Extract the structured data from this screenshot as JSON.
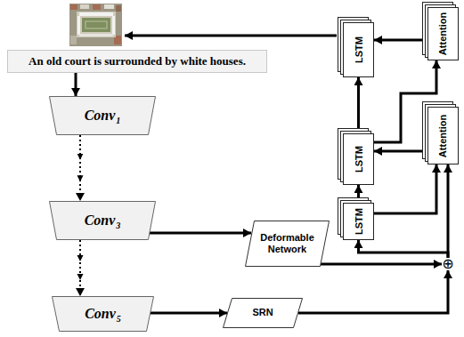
{
  "diagram": {
    "nodes": [
      {
        "text": [
          "An old court is surrounded by white houses."
        ]
      },
      {
        "text": [
          "Conv",
          "1"
        ]
      },
      {
        "text": [
          "Conv",
          "3"
        ]
      },
      {
        "text": [
          "Conv",
          "5"
        ]
      },
      {
        "text": [
          "Deformable Network"
        ]
      },
      {
        "text": [
          "SRN"
        ]
      },
      {
        "text": [
          "LSTM"
        ]
      },
      {
        "text": [
          "Attention"
        ]
      },
      {
        "text": [
          "LSTM"
        ]
      },
      {
        "text": [
          "Attention"
        ]
      },
      {
        "text": [
          "LSTM"
        ]
      },
      {
        "text": [
          "⊕"
        ]
      }
    ],
    "edges": [
      {
        "from": 0,
        "to": 1,
        "arrow": "to"
      },
      {
        "from": 1,
        "to": 2,
        "arrow": "to"
      },
      {
        "from": 2,
        "to": 3,
        "arrow": "to"
      },
      {
        "from": 2,
        "to": 4,
        "arrow": "to"
      },
      {
        "from": 3,
        "to": 5,
        "arrow": "to"
      },
      {
        "from": 4,
        "to": 11,
        "arrow": "to"
      },
      {
        "from": 5,
        "to": 11,
        "arrow": "to"
      },
      {
        "from": 11,
        "to": 10,
        "arrow": "to"
      },
      {
        "from": 11,
        "to": 9,
        "arrow": "to"
      },
      {
        "from": 10,
        "to": 9,
        "arrow": "to"
      },
      {
        "from": 10,
        "to": 8,
        "arrow": "to"
      },
      {
        "from": 9,
        "to": 8,
        "arrow": "to"
      },
      {
        "from": 8,
        "to": 7,
        "arrow": "to"
      },
      {
        "from": 8,
        "to": 6,
        "arrow": "to"
      },
      {
        "from": 7,
        "to": 6,
        "arrow": "to"
      }
    ]
  }
}
